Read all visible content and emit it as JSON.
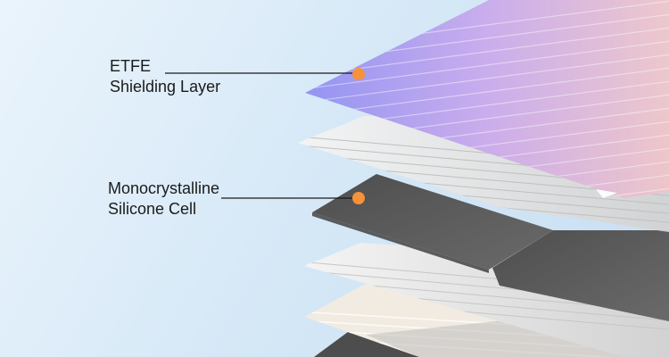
{
  "callouts": [
    {
      "line1": "ETFE",
      "line2": "Shielding Layer"
    },
    {
      "line1": "Monocrystalline",
      "line2": "Silicone Cell"
    }
  ],
  "colors": {
    "background": "#d7e9f7",
    "marker": "#f5923a",
    "leader_line": "#1a1a1a",
    "etfe_gradient": [
      "#8d8df2",
      "#c9a8ec",
      "#f0c5c9"
    ],
    "cell_dark": "#565656",
    "glass_light": "#d9d9d9",
    "backsheet": "#f1ebe2"
  },
  "icons": {
    "marker": "orange-dot-marker-icon"
  }
}
